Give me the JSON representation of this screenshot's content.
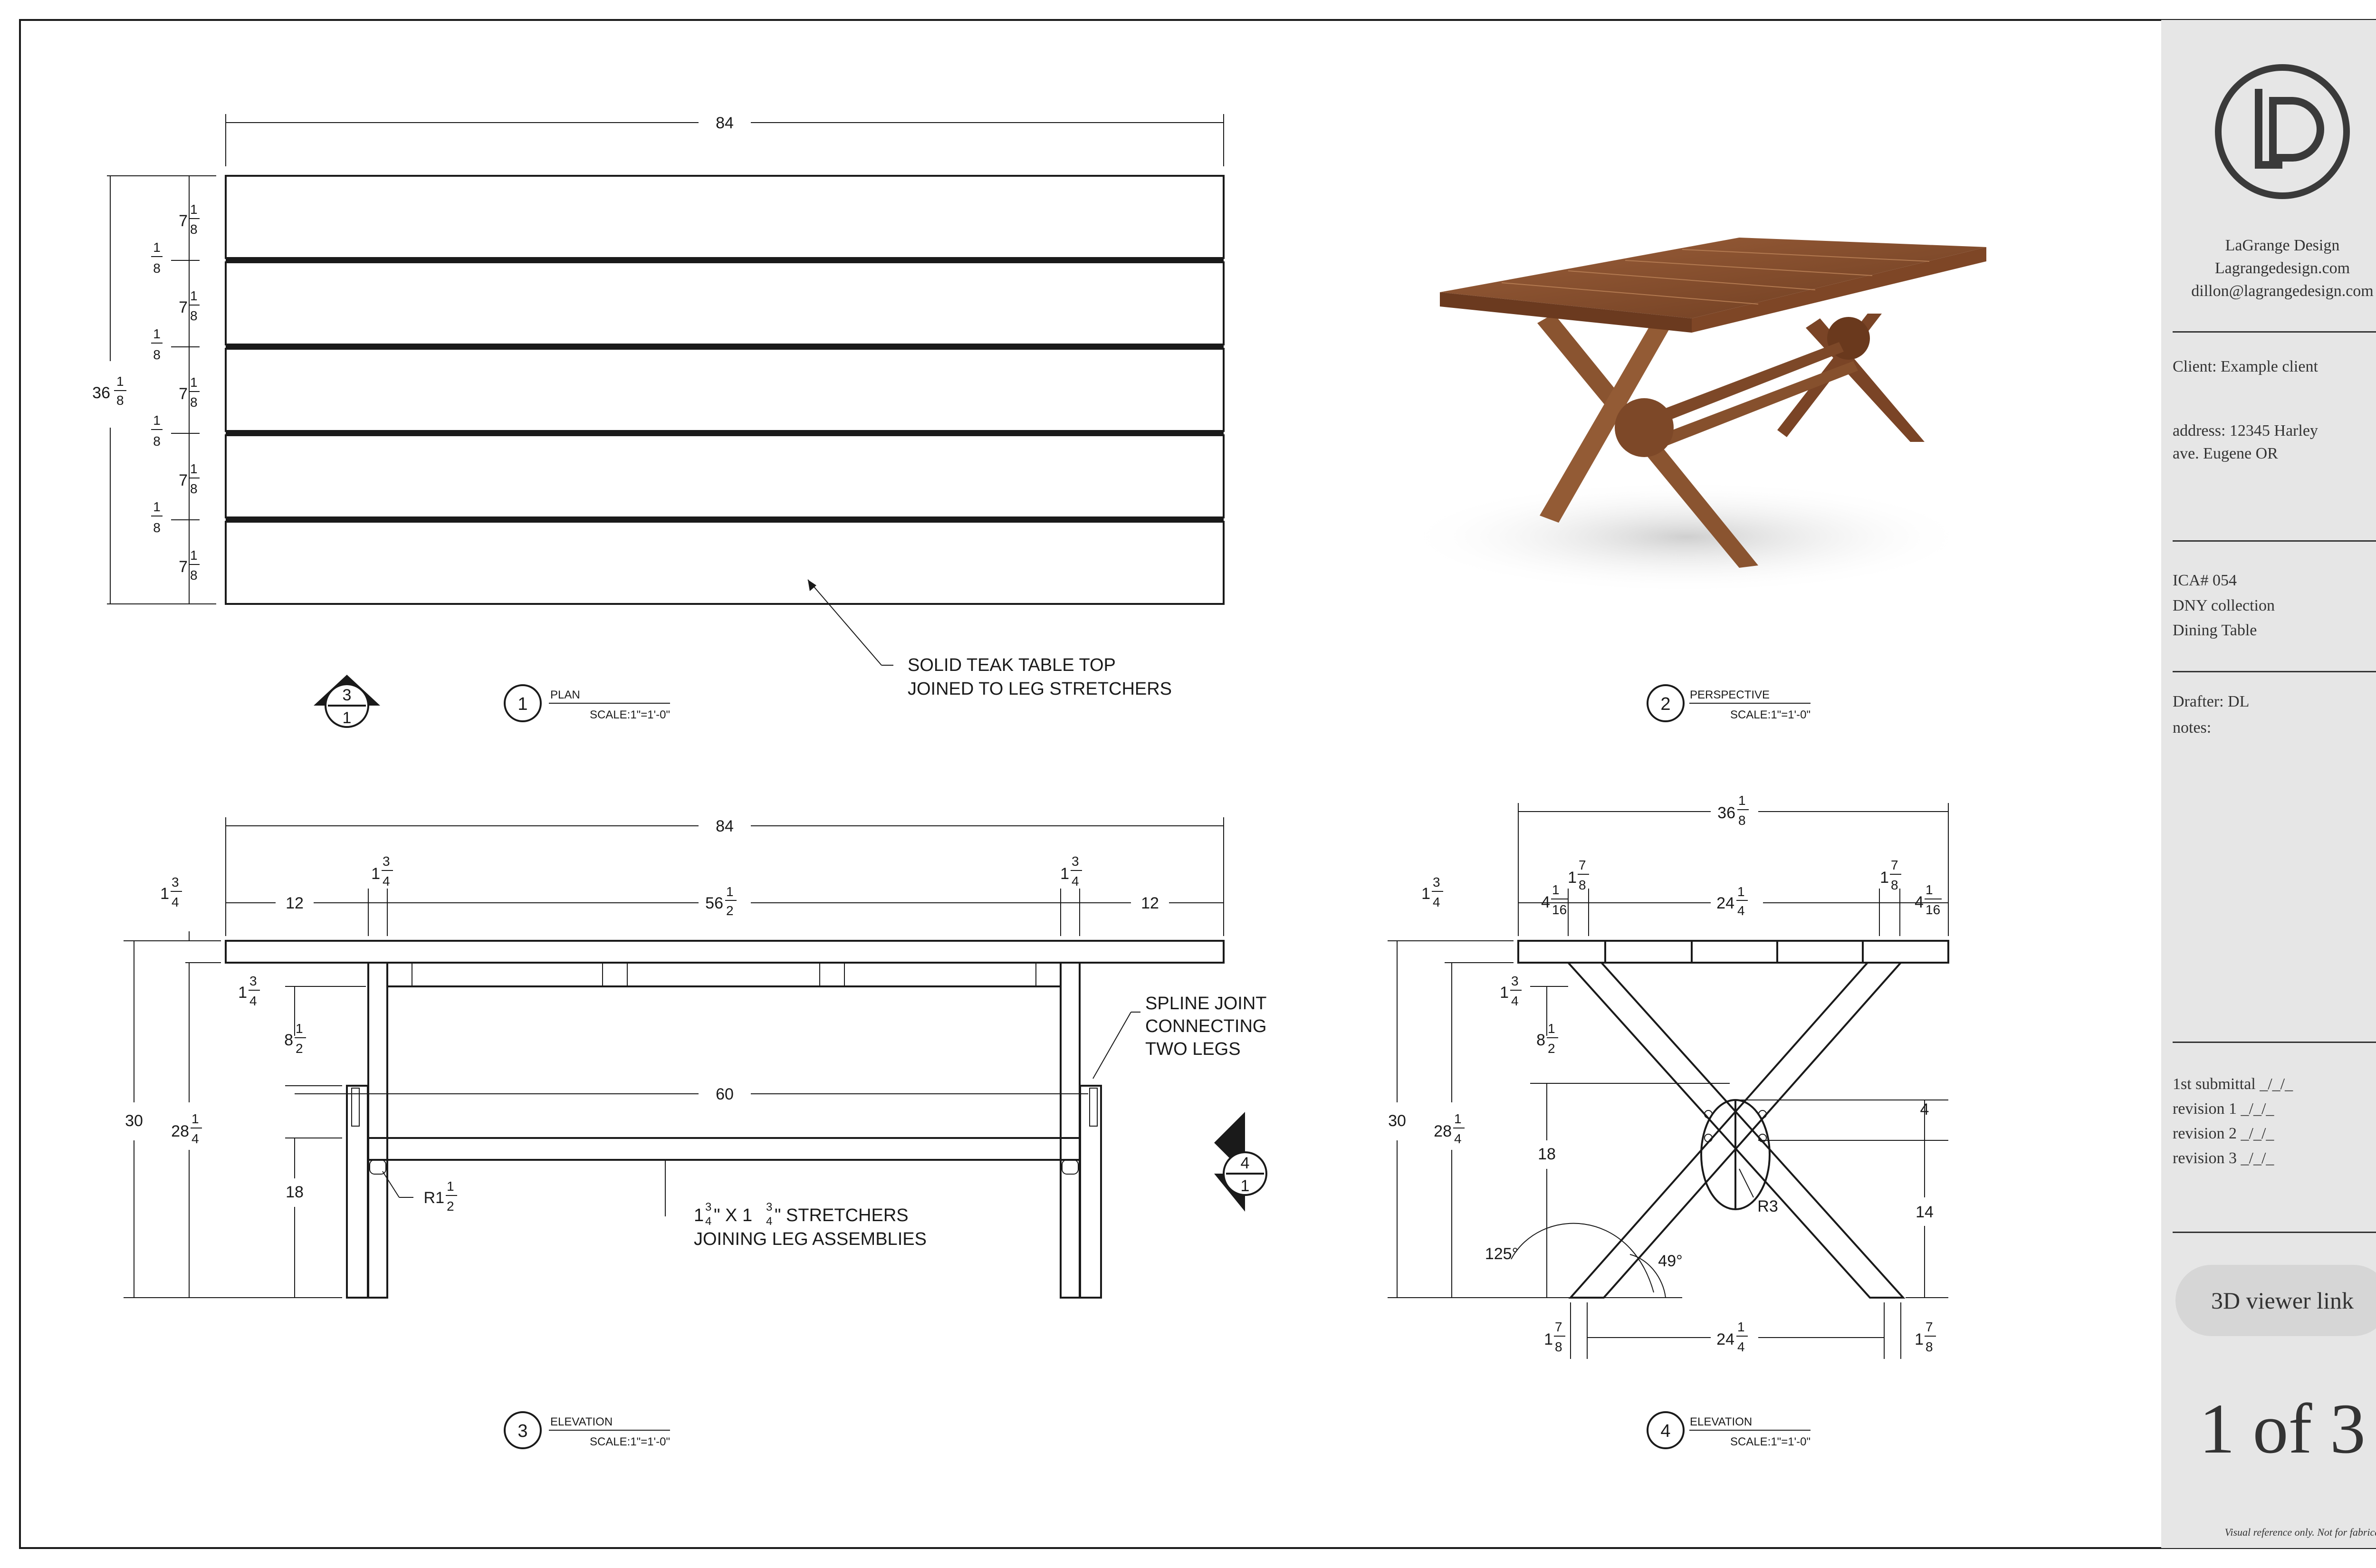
{
  "firm": {
    "name": "LaGrange Design",
    "website": "Lagrangedesign.com",
    "email": "dillon@lagrangedesign.com",
    "logo_letters": "LD"
  },
  "client": {
    "client_line": "Client: Example client",
    "address_line1": "address: 12345 Harley",
    "address_line2": "ave. Eugene OR"
  },
  "project": {
    "ica": "ICA# 054",
    "collection": "DNY collection",
    "item": "Dining Table"
  },
  "drafter": {
    "drafter_line": "Drafter: DL",
    "notes_label": "notes:"
  },
  "revisions": [
    "1st submittal _/_/_",
    "revision 1 _/_/_",
    "revision 2 _/_/_",
    "revision 3 _/_/_"
  ],
  "viewer_link_label": "3D viewer link",
  "sheet": {
    "current": "1",
    "of": "of",
    "total": "3"
  },
  "disclaimer": "Visual reference only. Not for fabrication.",
  "views": {
    "plan": {
      "number": "1",
      "title": "PLAN",
      "scale": "SCALE:1\"=1'-0\""
    },
    "perspective": {
      "number": "2",
      "title": "PERSPECTIVE",
      "scale": "SCALE:1\"=1'-0\""
    },
    "elevation": {
      "number": "3",
      "title": "ELEVATION",
      "scale": "SCALE:1\"=1'-0\""
    },
    "side_elevation": {
      "number": "4",
      "title": "ELEVATION",
      "scale": "SCALE:1\"=1'-0\""
    }
  },
  "section_markers": {
    "plan_marker": {
      "top": "3",
      "bottom": "1"
    },
    "elev_marker": {
      "top": "4",
      "bottom": "1"
    }
  },
  "notes": {
    "top_line1": "SOLID TEAK TABLE TOP",
    "top_line2": "JOINED TO LEG STRETCHERS",
    "spline1": "SPLINE JOINT",
    "spline2": "CONNECTING",
    "spline3": "TWO LEGS",
    "stretcher_prefix": "1",
    "stretcher_mid": "\" X 1",
    "stretcher_suffix": "\" STRETCHERS",
    "stretcher_frac_num": "3",
    "stretcher_frac_den": "4",
    "stretcher_line2": "JOINING LEG ASSEMBLIES"
  },
  "dims": {
    "plan_length": "84",
    "plan_width_whole": "36",
    "plan_width_num": "1",
    "plan_width_den": "8",
    "board_num": "1",
    "board_den": "8",
    "board_whole": "7",
    "elev_length": "84",
    "thick_whole": "1",
    "thick_num": "3",
    "thick_den": "4",
    "overhang": "12",
    "span_whole": "56",
    "span_num": "1",
    "span_den": "2",
    "apron_whole": "8",
    "apron_num": "1",
    "apron_den": "2",
    "height": "30",
    "leg_whole": "28",
    "leg_num": "1",
    "leg_den": "4",
    "stretcher_span": "60",
    "stretcher_height": "18",
    "radius_whole": "R1",
    "radius_num": "1",
    "radius_den": "2",
    "side_width_whole": "36",
    "side_width_num": "1",
    "side_width_den": "8",
    "edge_whole": "4",
    "edge_num": "1",
    "edge_den": "16",
    "leg_thick_whole": "1",
    "leg_thick_num": "7",
    "leg_thick_den": "8",
    "inner_whole": "24",
    "inner_num": "1",
    "inner_den": "4",
    "joint_offset": "4",
    "joint_height": "14",
    "r3": "R3",
    "angle_outer": "125°",
    "angle_inner": "49°"
  }
}
